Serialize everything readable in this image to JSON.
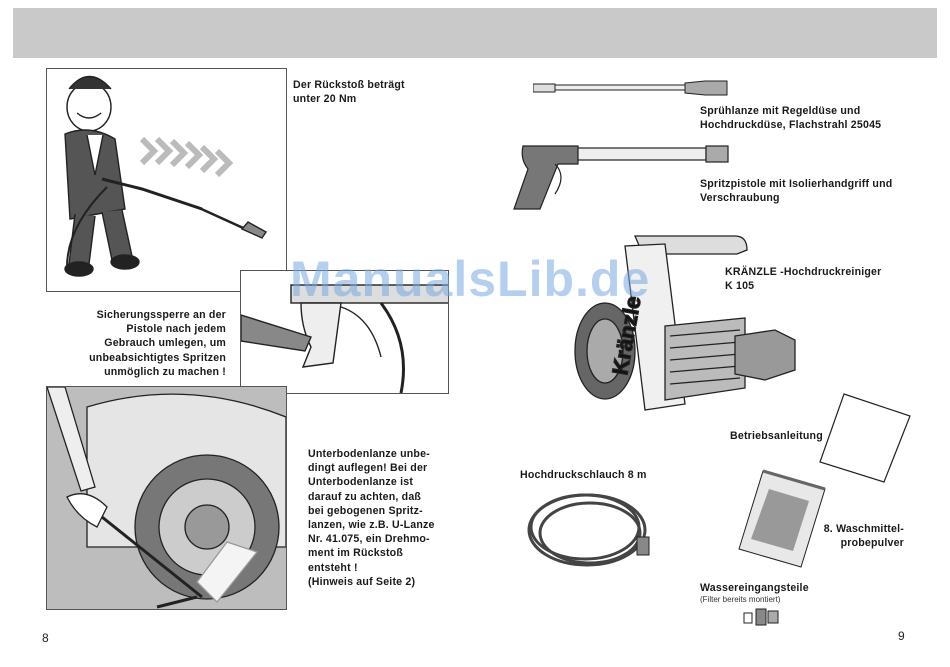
{
  "left_page": {
    "recoil_text": [
      "Der Rückstoß beträgt",
      "unter 20 Nm"
    ],
    "safety_text": [
      "Sicherungssperre an der",
      "Pistole nach jedem",
      "Gebrauch umlegen, um",
      "unbeabsichtigtes Spritzen",
      "unmöglich zu machen !"
    ],
    "underbody_text": [
      "Unterbodenlanze unbe-",
      "dingt auflegen! Bei der",
      "Unterbodenlanze ist",
      "darauf zu achten, daß",
      "bei gebogenen Spritz-",
      "lanzen, wie z.B. U-Lanze",
      "Nr. 41.075, ein Drehmo-",
      "ment im Rückstoß",
      "entsteht !",
      "(Hinweis auf Seite 2)"
    ],
    "page_number": "8"
  },
  "right_page": {
    "lance_label": [
      "Sprühlanze mit Regeldüse und",
      "Hochdruckdüse, Flachstrahl 25045"
    ],
    "gun_label": [
      "Spritzpistole mit Isolierhandgriff und",
      "Verschraubung"
    ],
    "machine_label": [
      "KRÄNZLE -Hochdruckreiniger",
      "K 105"
    ],
    "machine_logo": "Kränzle",
    "manual_label": "Betriebsanleitung",
    "hose_label": "Hochdruckschlauch 8 m",
    "detergent_label": [
      "8. Waschmittel-",
      "probepulver"
    ],
    "inlet_label": "Wassereingangsteile",
    "inlet_note": "(Filter bereits montiert)",
    "page_number": "9"
  },
  "watermark": "ManualsLib.de"
}
